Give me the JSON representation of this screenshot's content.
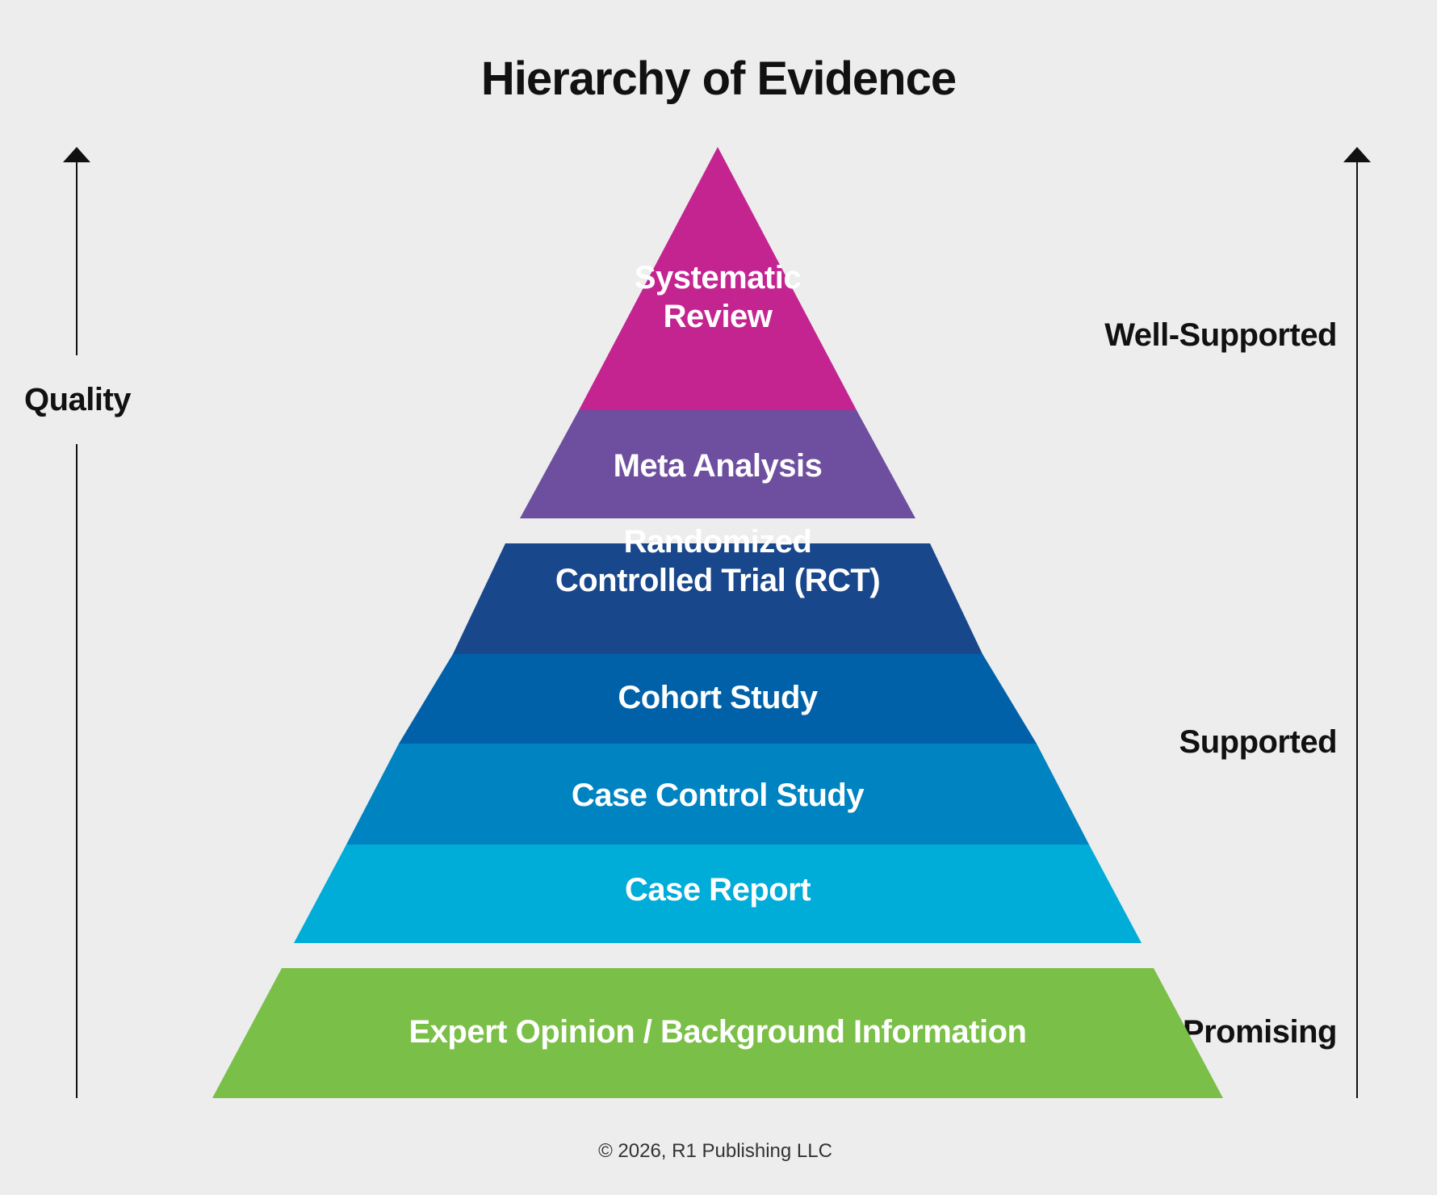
{
  "title": "Hierarchy of Evidence",
  "axis_label": "Quality",
  "copyright": "© 2026, R1 Publishing LLC",
  "groups": [
    {
      "label": "Well-Supported"
    },
    {
      "label": "Supported"
    },
    {
      "label": "Promising"
    }
  ],
  "tiers": [
    {
      "lines": [
        "Systematic",
        "Review"
      ],
      "color": "#c42490"
    },
    {
      "lines": [
        "Meta Analysis"
      ],
      "color": "#6e4f9f"
    },
    {
      "lines": [
        "Randomized",
        "Controlled Trial (RCT)"
      ],
      "color": "#18478c"
    },
    {
      "lines": [
        "Cohort Study"
      ],
      "color": "#0061a8"
    },
    {
      "lines": [
        "Case Control Study"
      ],
      "color": "#0083c1"
    },
    {
      "lines": [
        "Case Report"
      ],
      "color": "#00acd8"
    },
    {
      "lines": [
        "Expert Opinion / Background Information"
      ],
      "color": "#7abf47"
    }
  ],
  "colors": {
    "background": "#ededee",
    "text": "#111111",
    "axis": "#111111"
  }
}
